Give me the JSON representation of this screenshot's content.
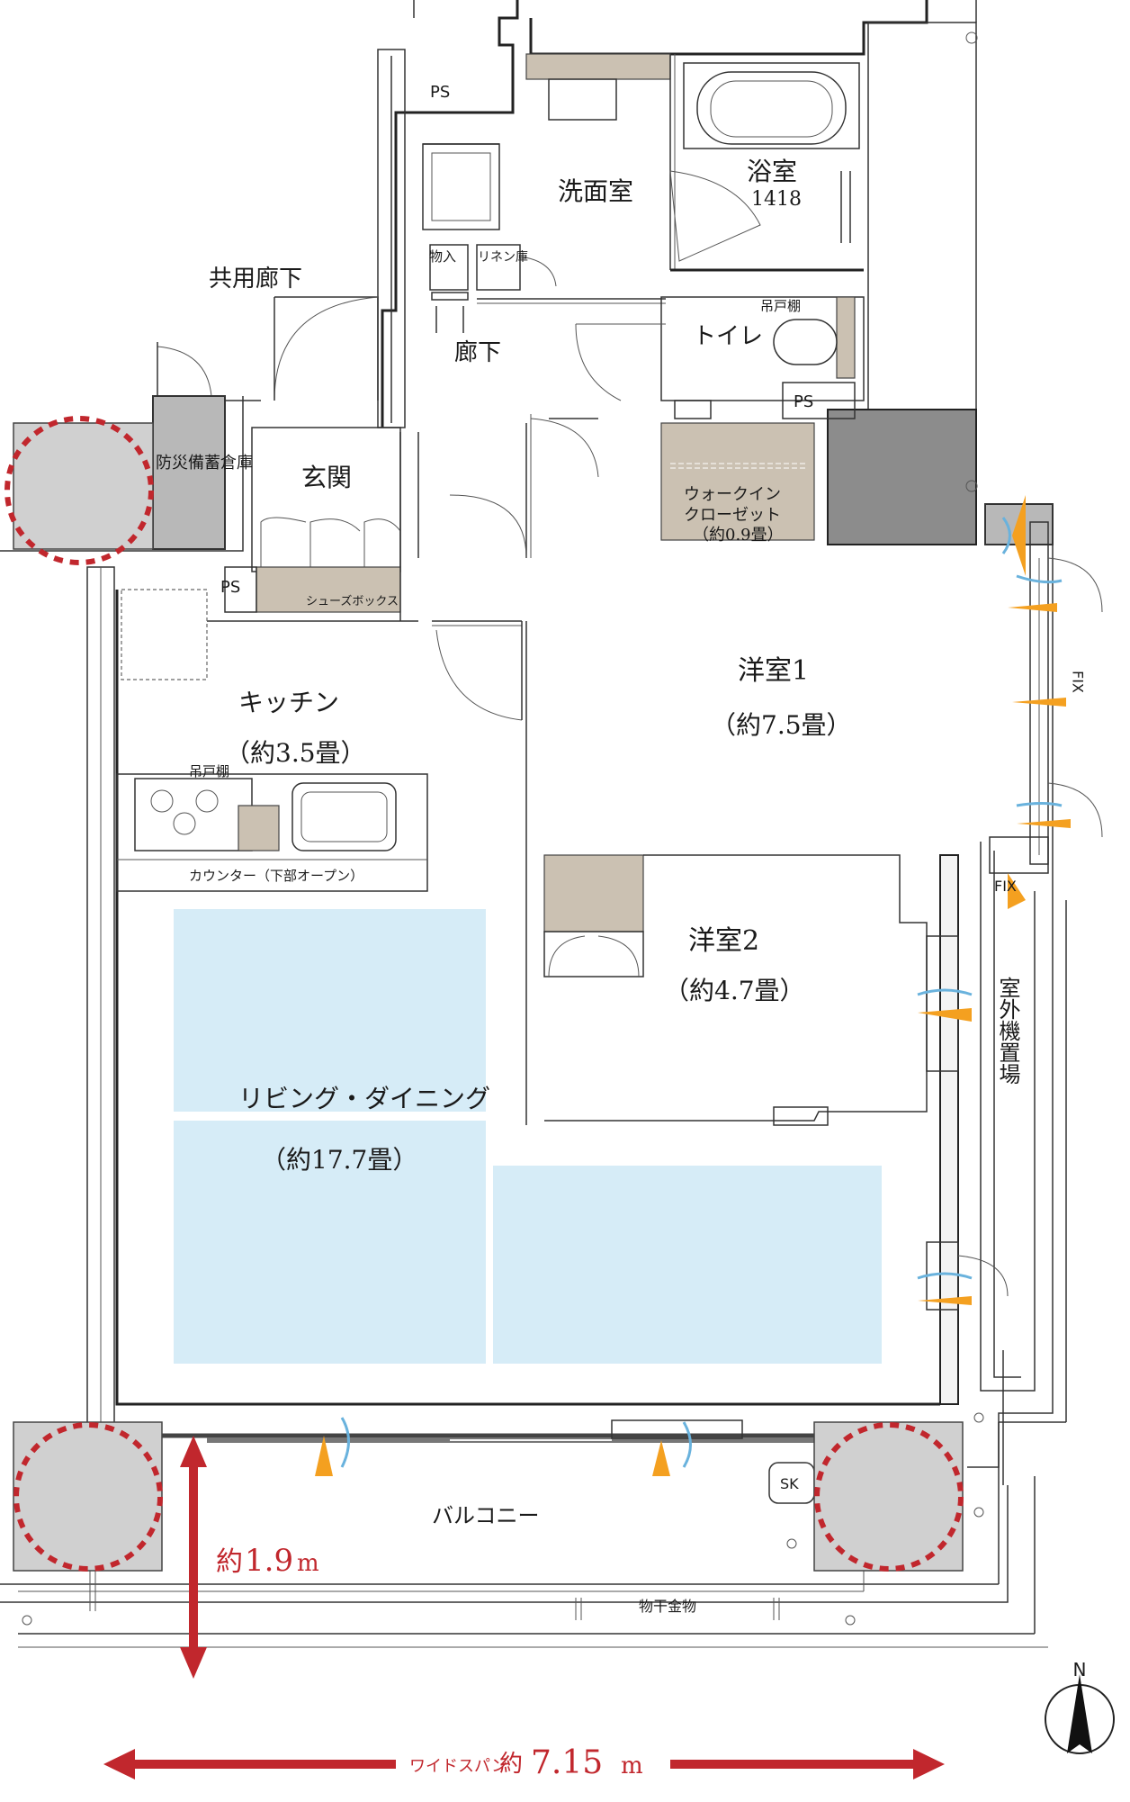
{
  "rooms": {
    "ps_top": "PS",
    "washroom": "洗面室",
    "bathroom": "浴室",
    "bath_size": "1418",
    "storage_mono": "物入",
    "storage_linen": "リネン庫",
    "shared_corridor": "共用廊下",
    "hallway": "廊下",
    "toilet": "トイレ",
    "toilet_cabinet": "吊戸棚",
    "ps_toilet": "PS",
    "disaster_storage": "防災備蓄倉庫",
    "entrance": "玄関",
    "wic_1": "ウォークイン",
    "wic_2": "クローゼット",
    "wic_3": "（約0.9畳）",
    "ps_entrance": "PS",
    "shoebox": "シューズボックス",
    "room1": "洋室1",
    "room1_size": "（約7.5畳）",
    "kitchen": "キッチン",
    "kitchen_size": "（約3.5畳）",
    "kitchen_cabinet": "吊戸棚",
    "counter": "カウンター（下部オープン）",
    "room2": "洋室2",
    "room2_size": "（約4.7畳）",
    "outdoor_unit": "室外機置場",
    "living": "リビング・ダイニング",
    "living_size": "（約17.7畳）",
    "sk": "SK",
    "balcony": "バルコニー",
    "laundry_hardware": "物干金物",
    "fix_1": "FIX",
    "fix_2": "FIX"
  },
  "dimensions": {
    "balcony_depth_prefix": "約",
    "balcony_depth_value": "1.9",
    "balcony_depth_unit": "m",
    "wide_span_label": "ワイドスパン",
    "wide_span_prefix": "約",
    "wide_span_value": "7.15",
    "wide_span_unit": "m"
  },
  "compass": {
    "north": "N"
  },
  "colors": {
    "accent_red": "#c1272d",
    "airflow_orange": "#f4a020",
    "airflow_blue": "#69b2dd",
    "highlight_blue": "#d6ecf7",
    "storage_beige": "#cbc1b2"
  }
}
